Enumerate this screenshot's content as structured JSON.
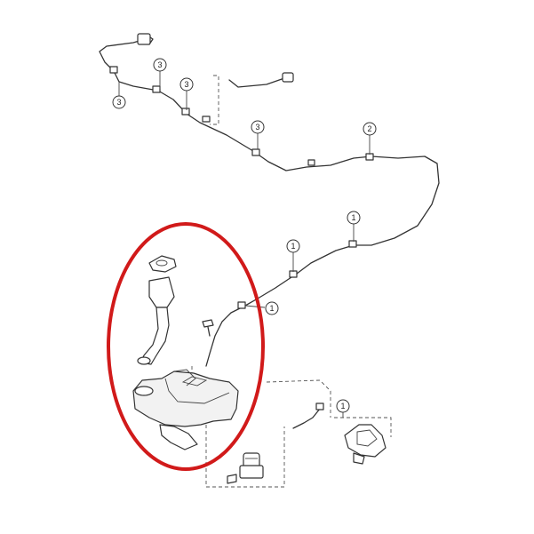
{
  "callouts": [
    {
      "id": "c1",
      "label": "3"
    },
    {
      "id": "c2",
      "label": "3"
    },
    {
      "id": "c3",
      "label": "3"
    },
    {
      "id": "c4",
      "label": "3"
    },
    {
      "id": "c5",
      "label": "2"
    },
    {
      "id": "c6",
      "label": "1"
    },
    {
      "id": "c7",
      "label": "1"
    },
    {
      "id": "c8",
      "label": "1"
    },
    {
      "id": "c9",
      "label": "1"
    }
  ],
  "colors": {
    "highlight": "#d11a1a",
    "line": "#333333",
    "background": "#ffffff"
  }
}
